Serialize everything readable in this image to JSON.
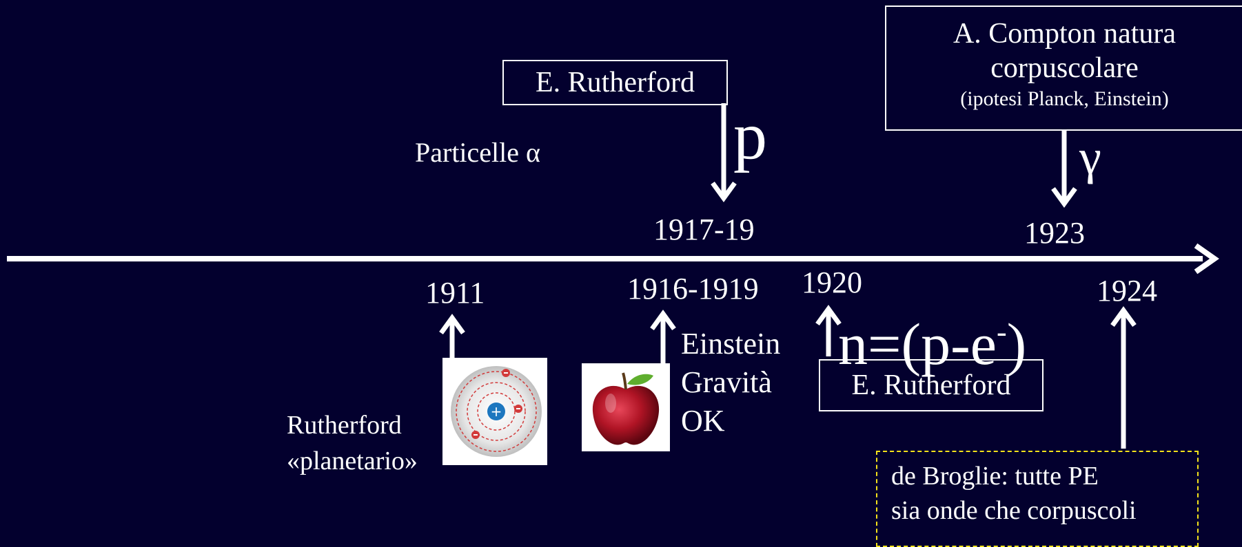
{
  "colors": {
    "background": "#03002e",
    "foreground": "#ffffff",
    "dashed_border": "#f5e31a"
  },
  "boxes": {
    "rutherford_top": "E. Rutherford",
    "compton_line1": "A. Compton natura",
    "compton_line2": "corpuscolare",
    "compton_line3": "(ipotesi Planck, Einstein)",
    "rutherford_bottom": "E. Rutherford",
    "debroglie_line1": "de Broglie: tutte PE",
    "debroglie_line2": "sia onde che corpuscoli"
  },
  "labels": {
    "particelle": "Particelle α",
    "proton_symbol": "p",
    "gamma_symbol": "γ",
    "neutron_prefix": "n=(p-e",
    "neutron_sup": "-",
    "neutron_suffix": ")",
    "einstein_line1": "Einstein",
    "einstein_line2": "Gravità",
    "einstein_line3": "OK",
    "rutherford_model_line1": "Rutherford",
    "rutherford_model_line2": "«planetario»"
  },
  "years": {
    "y1917": "1917-19",
    "y1923": "1923",
    "y1911": "1911",
    "y1916": "1916-1919",
    "y1920": "1920",
    "y1924": "1924"
  },
  "images": {
    "atom": "atom-model-icon",
    "apple": "apple-icon"
  }
}
